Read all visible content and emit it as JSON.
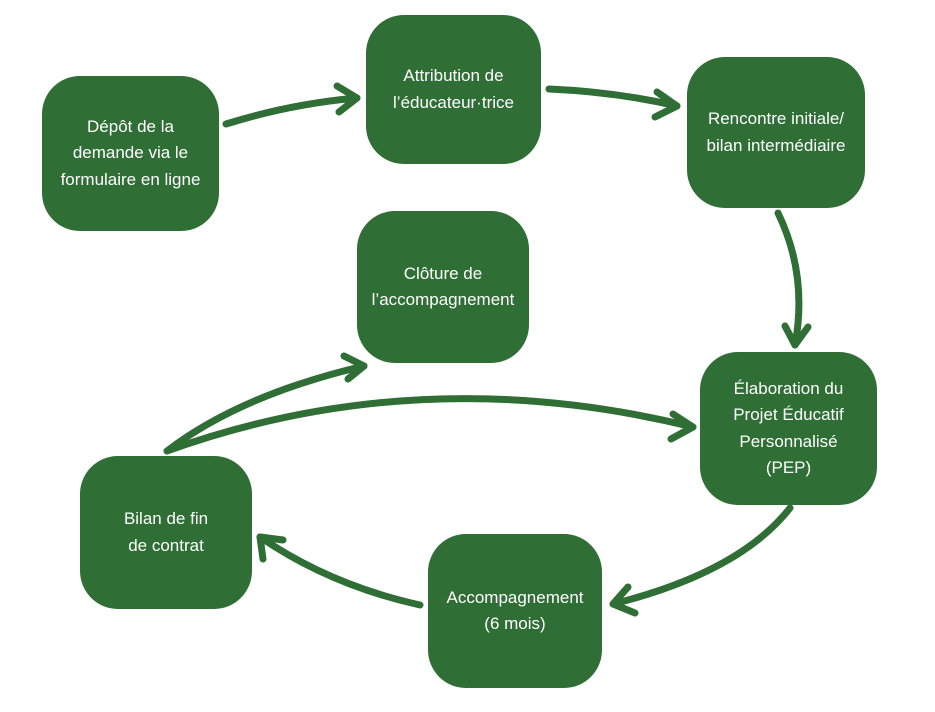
{
  "colors": {
    "node_fill": "#2f6e35",
    "arrow": "#2f6e35",
    "node_text": "#ffffff",
    "background": "#ffffff"
  },
  "nodes": {
    "depot": {
      "label": "Dépôt de la\ndemande via le\nformulaire en ligne"
    },
    "attribution": {
      "label": "Attribution de\nl’éducateur·trice"
    },
    "rencontre": {
      "label": "Rencontre initiale/\nbilan intermédiaire"
    },
    "cloture": {
      "label": "Clôture de\nl’accompagnement"
    },
    "elaboration": {
      "label": "Élaboration du\nProjet Éducatif\nPersonnalisé\n(PEP)"
    },
    "bilan": {
      "label": "Bilan de fin\nde contrat"
    },
    "accompagnement": {
      "label": "Accompagnement\n(6 mois)"
    }
  },
  "edges": [
    {
      "from": "depot",
      "to": "attribution"
    },
    {
      "from": "attribution",
      "to": "rencontre"
    },
    {
      "from": "rencontre",
      "to": "elaboration"
    },
    {
      "from": "elaboration",
      "to": "accompagnement"
    },
    {
      "from": "accompagnement",
      "to": "bilan"
    },
    {
      "from": "bilan",
      "to": "cloture"
    },
    {
      "from": "bilan",
      "to": "elaboration"
    }
  ]
}
